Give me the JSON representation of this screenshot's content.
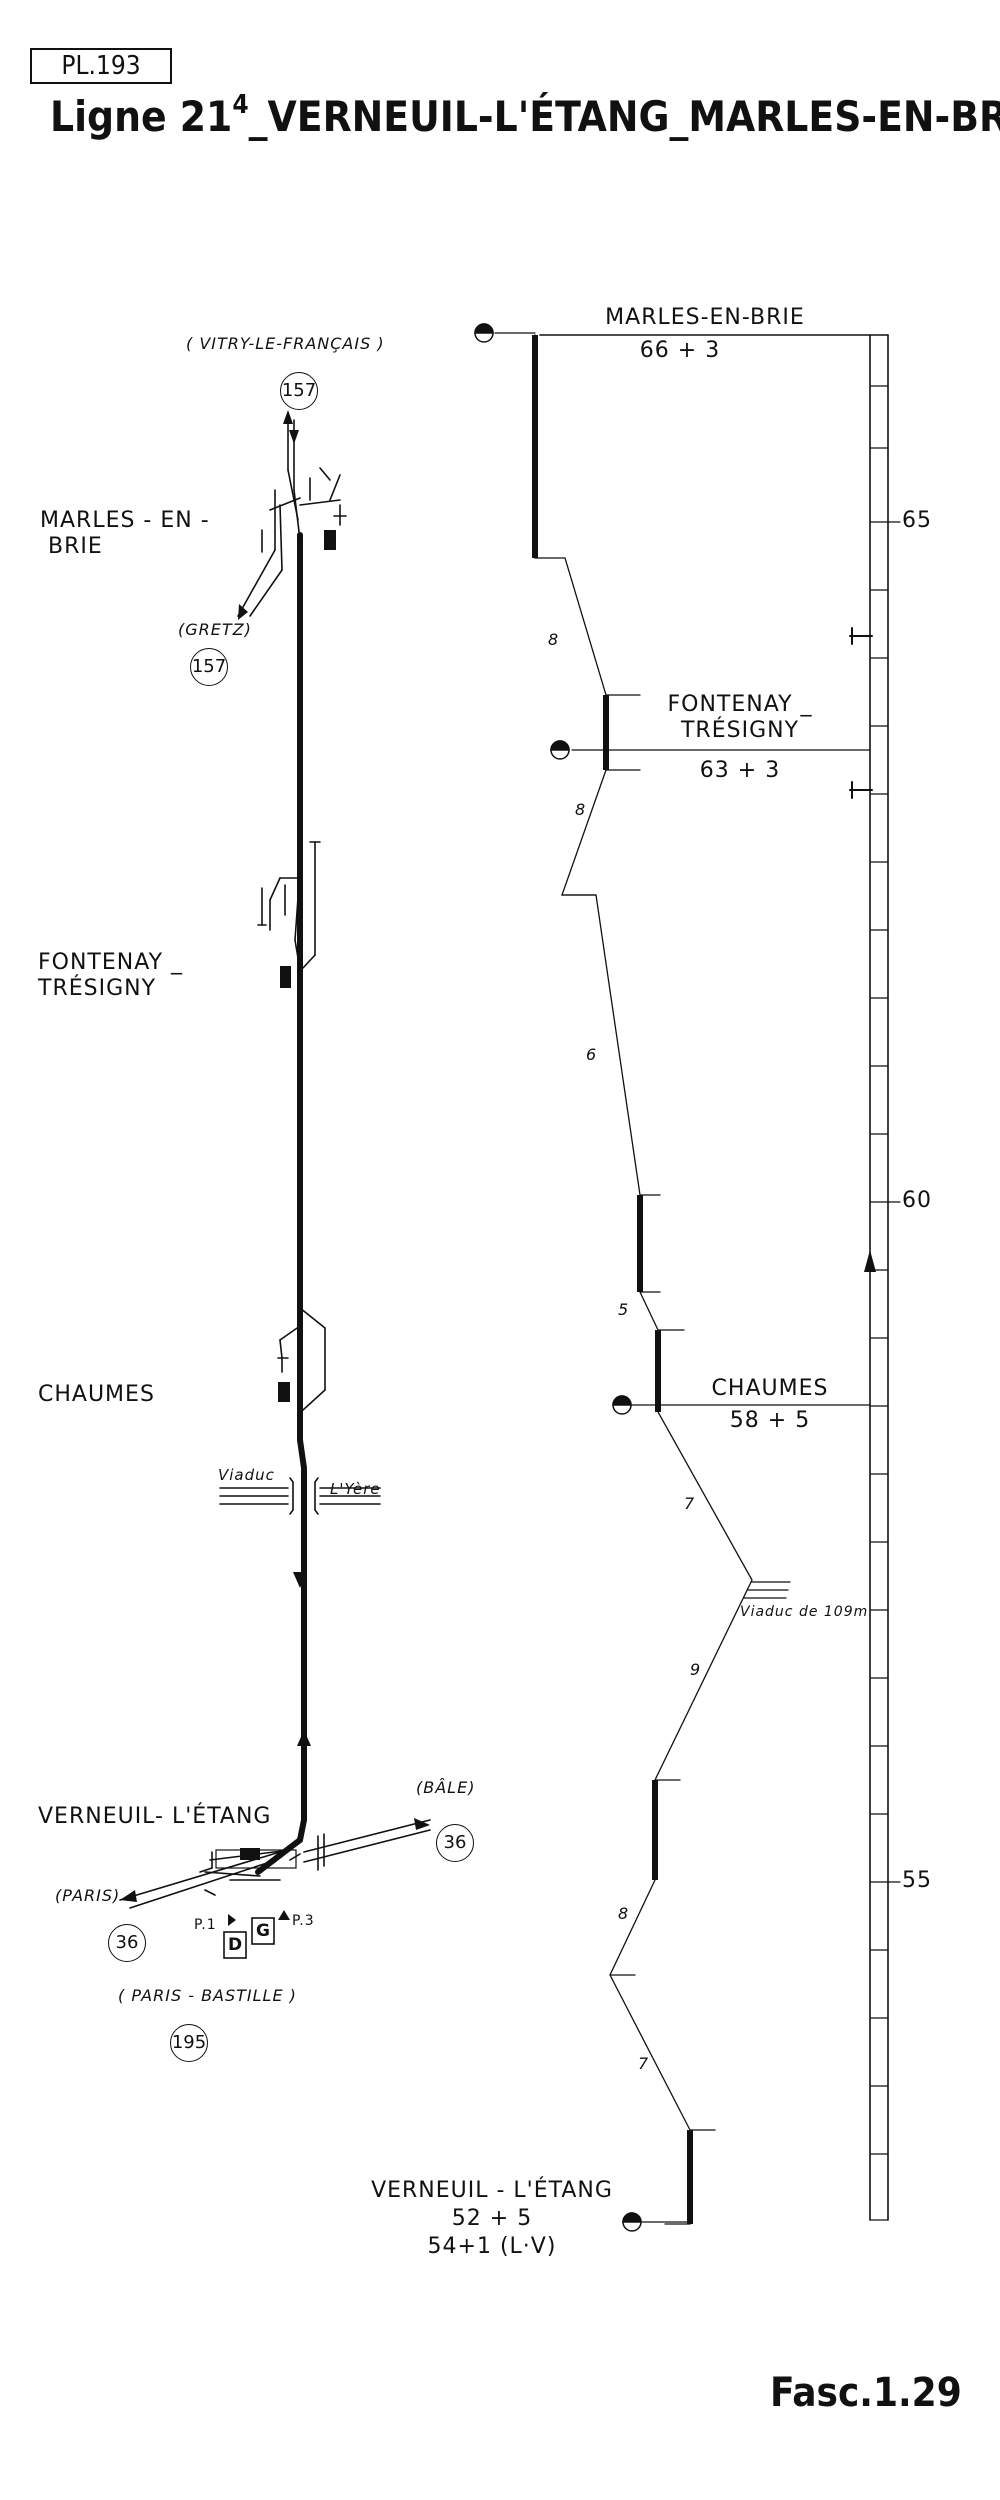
{
  "header": {
    "plate": "PL.193",
    "title_prefix": "Ligne 21",
    "title_sup": "4",
    "title_main": "_VERNEUIL-L'ÉTANG_MARLES-EN-BRIE"
  },
  "footer": {
    "fascicle": "Fasc.1.29"
  },
  "track_plan": {
    "stations": {
      "marles_line1": "MARLES - EN -",
      "marles_line2": "BRIE",
      "fontenay_line1": "FONTENAY _",
      "fontenay_line2": "TRÉSIGNY",
      "chaumes": "CHAUMES",
      "verneuil": "VERNEUIL- L'ÉTANG"
    },
    "connections": {
      "vitry": "( VITRY-LE-FRANÇAIS )",
      "vitry_num": "157",
      "gretz": "(GRETZ)",
      "gretz_num": "157",
      "bale": "(BÂLE)",
      "bale_num": "36",
      "paris": "(PARIS)",
      "paris_num": "36",
      "paris_bastille": "( PARIS - BASTILLE )",
      "paris_bastille_num": "195"
    },
    "viaduct": {
      "label": "Viaduc",
      "river": "L'Yère"
    },
    "posts": {
      "p1": "P.1",
      "p3": "P.3",
      "d": "D",
      "g": "G"
    }
  },
  "profile": {
    "stations": {
      "marles_name": "MARLES-EN-BRIE",
      "marles_km": "66 + 3",
      "fontenay_line1": "FONTENAY _",
      "fontenay_line2": "TRÉSIGNY",
      "fontenay_km": "63 + 3",
      "chaumes_name": "CHAUMES",
      "chaumes_km": "58 + 5",
      "verneuil_name": "VERNEUIL - L'ÉTANG",
      "verneuil_km1": "52 + 5",
      "verneuil_km2": "54+1 (L·V)"
    },
    "km_labels": {
      "km65": "65",
      "km60": "60",
      "km55": "55"
    },
    "gradients": {
      "g1": "8",
      "g2": "8",
      "g3": "6",
      "g4": "5",
      "g5": "7",
      "g6": "9",
      "g7": "8",
      "g8": "7"
    },
    "viaduct_note": "Viaduc de 109m"
  }
}
